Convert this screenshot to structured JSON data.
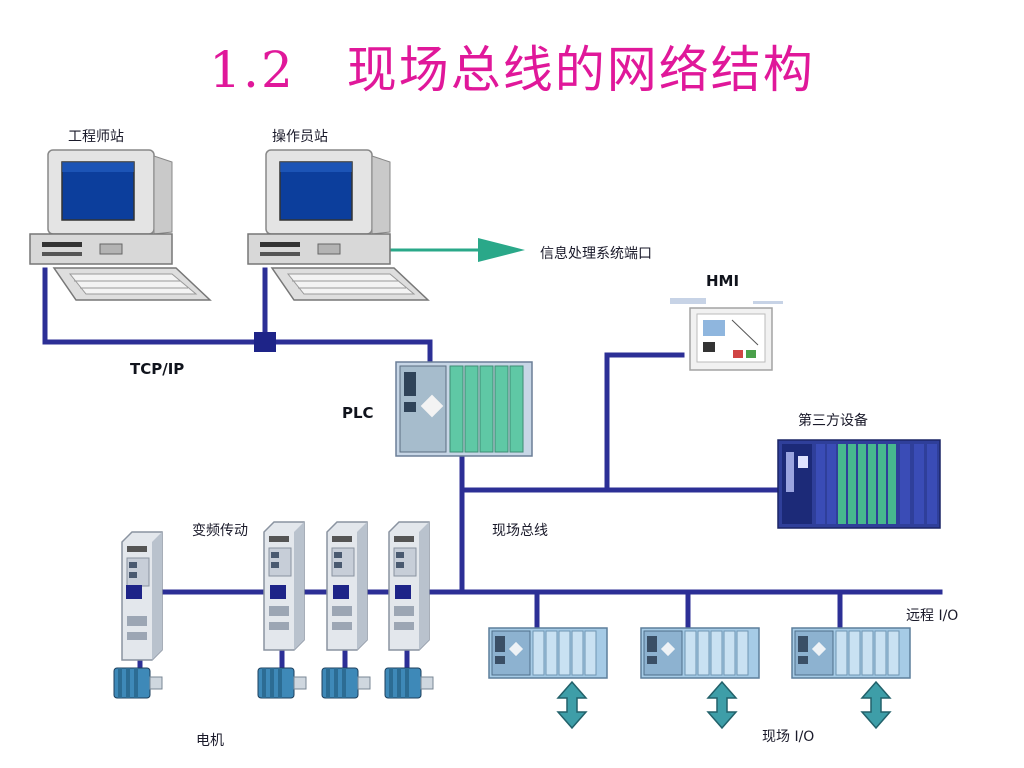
{
  "title": "1.2　现场总线的网络结构",
  "labels": {
    "engineer_station": "工程师站",
    "operator_station": "操作员站",
    "info_port": "信息处理系统端口",
    "hmi": "HMI",
    "tcpip": "TCP/IP",
    "plc": "PLC",
    "third_party": "第三方设备",
    "vfd": "变频传动",
    "fieldbus": "现场总线",
    "remote_io": "远程 I/O",
    "motor": "电机",
    "field_io": "现场 I/O"
  },
  "colors": {
    "title": "#e0189a",
    "bus": "#2c2f96",
    "arrow": "#2aa889",
    "io_arrow": "#3e9ea8",
    "plc_green": "#5fc8a5",
    "module_blue": "#9ec9e8"
  }
}
